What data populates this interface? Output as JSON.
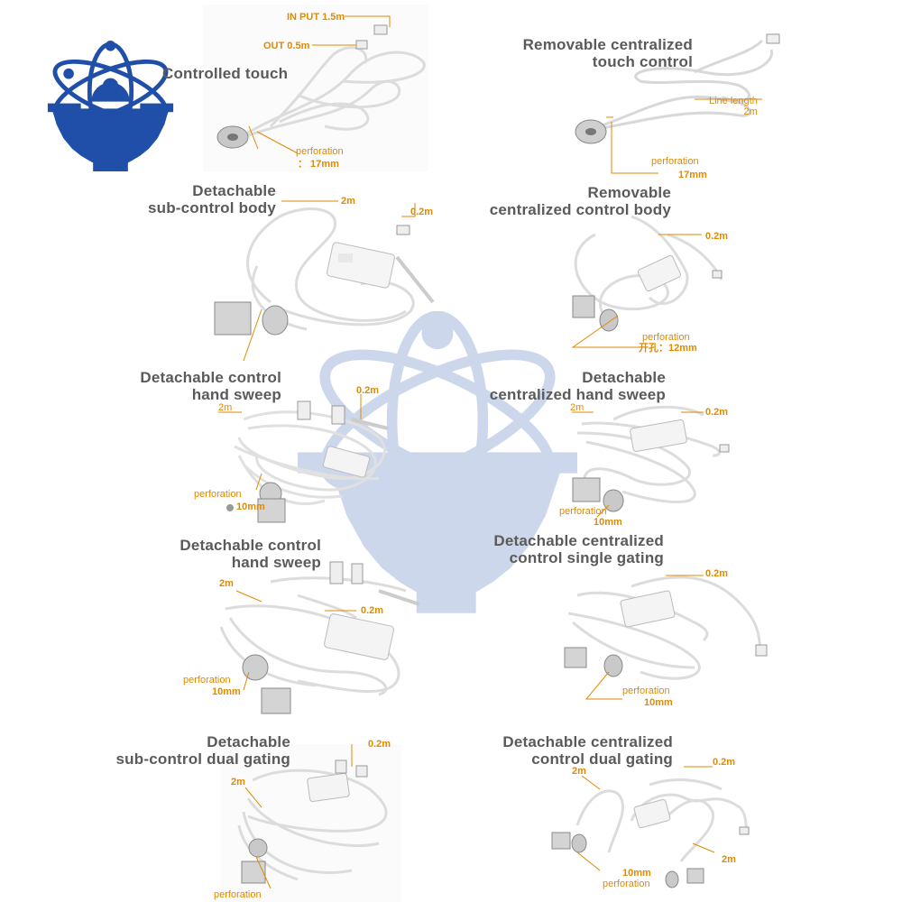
{
  "colors": {
    "label_orange": "#e08a00",
    "title_gray": "#5a5a5a",
    "logo_blue": "#1f4fa8",
    "cable_white": "#f4f4f4",
    "metal_gray": "#a8a8a8"
  },
  "logo": {
    "icon": "atom-gear-logo-icon"
  },
  "watermark": {
    "icon": "atom-gear-watermark-icon"
  },
  "panels": [
    {
      "title": "Controlled touch",
      "labels": [
        "IN PUT 1.5m",
        "OUT 0.5m",
        "perforation",
        "： 17mm"
      ]
    },
    {
      "title": "Removable centralized\ntouch control",
      "labels": [
        "Line length\n2m",
        "perforation",
        "17mm"
      ]
    },
    {
      "title": "Detachable\nsub-control body",
      "labels": [
        "2m",
        "0.2m"
      ]
    },
    {
      "title": "Removable\ncentralized control body",
      "labels": [
        "0.2m",
        "perforation",
        "开孔：12mm"
      ]
    },
    {
      "title": "Detachable control\nhand sweep",
      "labels": [
        "2m",
        "0.2m",
        "perforation",
        "10mm"
      ]
    },
    {
      "title": "Detachable\ncentralized hand sweep",
      "labels": [
        "2m",
        "0.2m",
        "perforation",
        "10mm"
      ]
    },
    {
      "title": "Detachable control\nhand sweep",
      "labels": [
        "2m",
        "0.2m",
        "perforation",
        "10mm"
      ]
    },
    {
      "title": "Detachable centralized\ncontrol single gating",
      "labels": [
        "0.2m",
        "perforation",
        "10mm"
      ]
    },
    {
      "title": "Detachable\nsub-control dual gating",
      "labels": [
        "0.2m",
        "2m",
        "perforation"
      ]
    },
    {
      "title": "Detachable centralized\ncontrol dual gating",
      "labels": [
        "2m",
        "0.2m",
        "2m",
        "10mm",
        "perforation"
      ]
    }
  ]
}
